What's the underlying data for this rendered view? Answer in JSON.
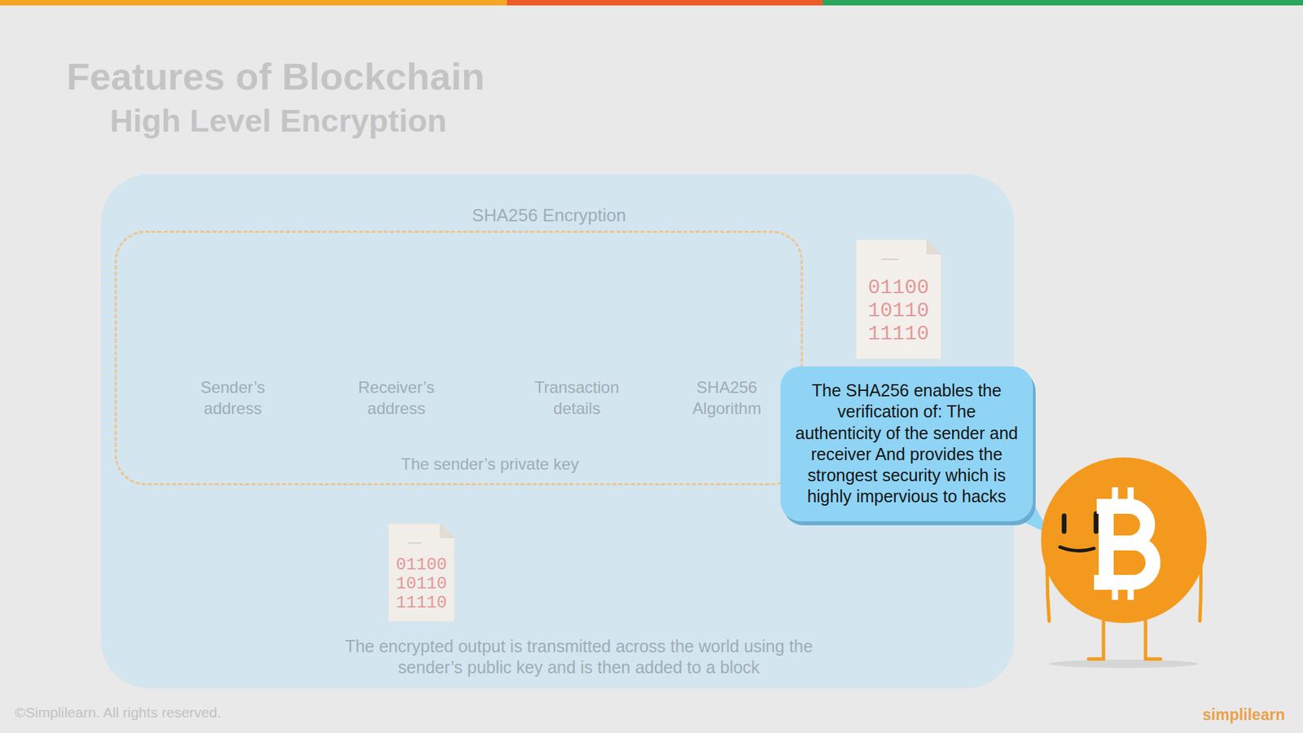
{
  "diagram": {
    "title": "Features of Blockchain",
    "nodes": [
      {
        "text": [
          "SHA256 Encryption",
          "The encrypted output is transmitted across the world using the sender’s public key and is then added to a block"
        ]
      },
      {
        "text": [
          "The sender’s private key"
        ],
        "in": 0
      },
      {
        "text": [
          "Sender’s address"
        ],
        "in": 1
      },
      {
        "text": [
          "Receiver’s address"
        ],
        "in": 1
      },
      {
        "text": [
          "Transaction details"
        ],
        "in": 1
      },
      {
        "text": [
          "SHA256 Algorithm"
        ],
        "in": 1
      },
      {
        "text": [
          "01100 10110 11110"
        ],
        "in": 0
      },
      {
        "text": [
          "01100 10110 11110"
        ],
        "in": 0
      },
      {
        "text": [
          "The SHA256 enables the verification of: The authenticity of the sender and receiver And provides the strongest security which is highly impervious to hacks"
        ]
      }
    ],
    "labels": [
      "High Level Encryption",
      "©Simplilearn. All rights reserved.",
      "simplilearn"
    ]
  }
}
